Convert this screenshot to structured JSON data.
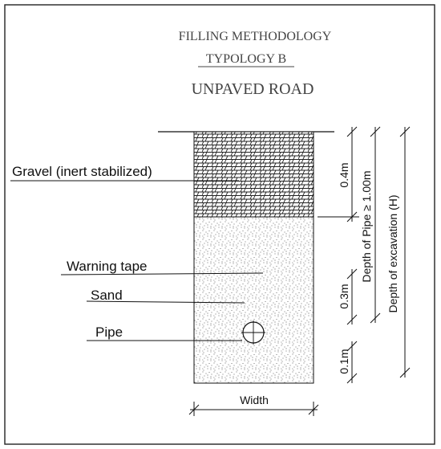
{
  "header": {
    "title": "FILLING METHODOLOGY",
    "typology": "TYPOLOGY B",
    "road_type": "UNPAVED ROAD"
  },
  "labels": {
    "gravel": "Gravel (inert stabilized)",
    "warning_tape": "Warning tape",
    "sand": "Sand",
    "pipe": "Pipe"
  },
  "dimensions": {
    "gravel_depth": "0.4m",
    "tape_to_pipe": "0.3m",
    "pipe_bedding": "0.1m",
    "pipe_depth": "Depth of Pipe ≥ 1.00m",
    "excavation_depth": "Depth of excavation (H)",
    "width": "Width"
  },
  "colors": {
    "line": "#111111",
    "title": "#444444",
    "frame": "#222222"
  }
}
